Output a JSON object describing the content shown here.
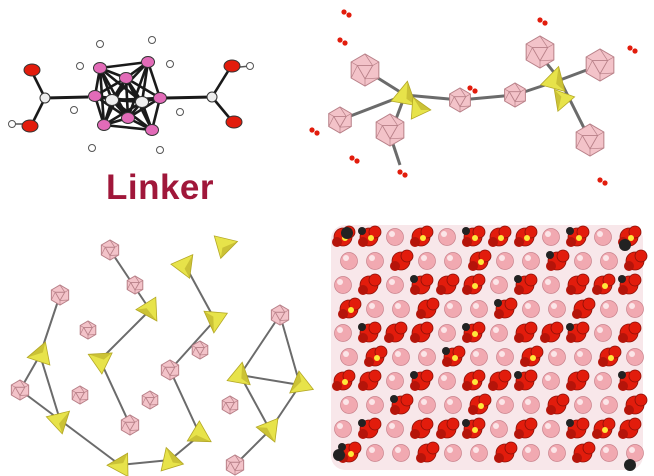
{
  "figure": {
    "label": "Linker",
    "colors": {
      "label": "#a0173a",
      "boron": "#e26bb8",
      "cage_fill": "#f3c3c9",
      "cage_edge": "#b88088",
      "polyhedron": "#e7e34a",
      "polyhedron_dark": "#b4a826",
      "oxygen": "#e21c0c",
      "bond": "#6b6b6b",
      "carbon": "#222222",
      "hydrogen": "#ffffff"
    },
    "icons": {
      "linker_molecule": "carborane-dicarboxylic-acid-ortep",
      "cluster": "metal-cluster-with-carborane-linkers",
      "network": "framework-wireframe-net",
      "packing": "space-filling-crystal-packing"
    }
  }
}
